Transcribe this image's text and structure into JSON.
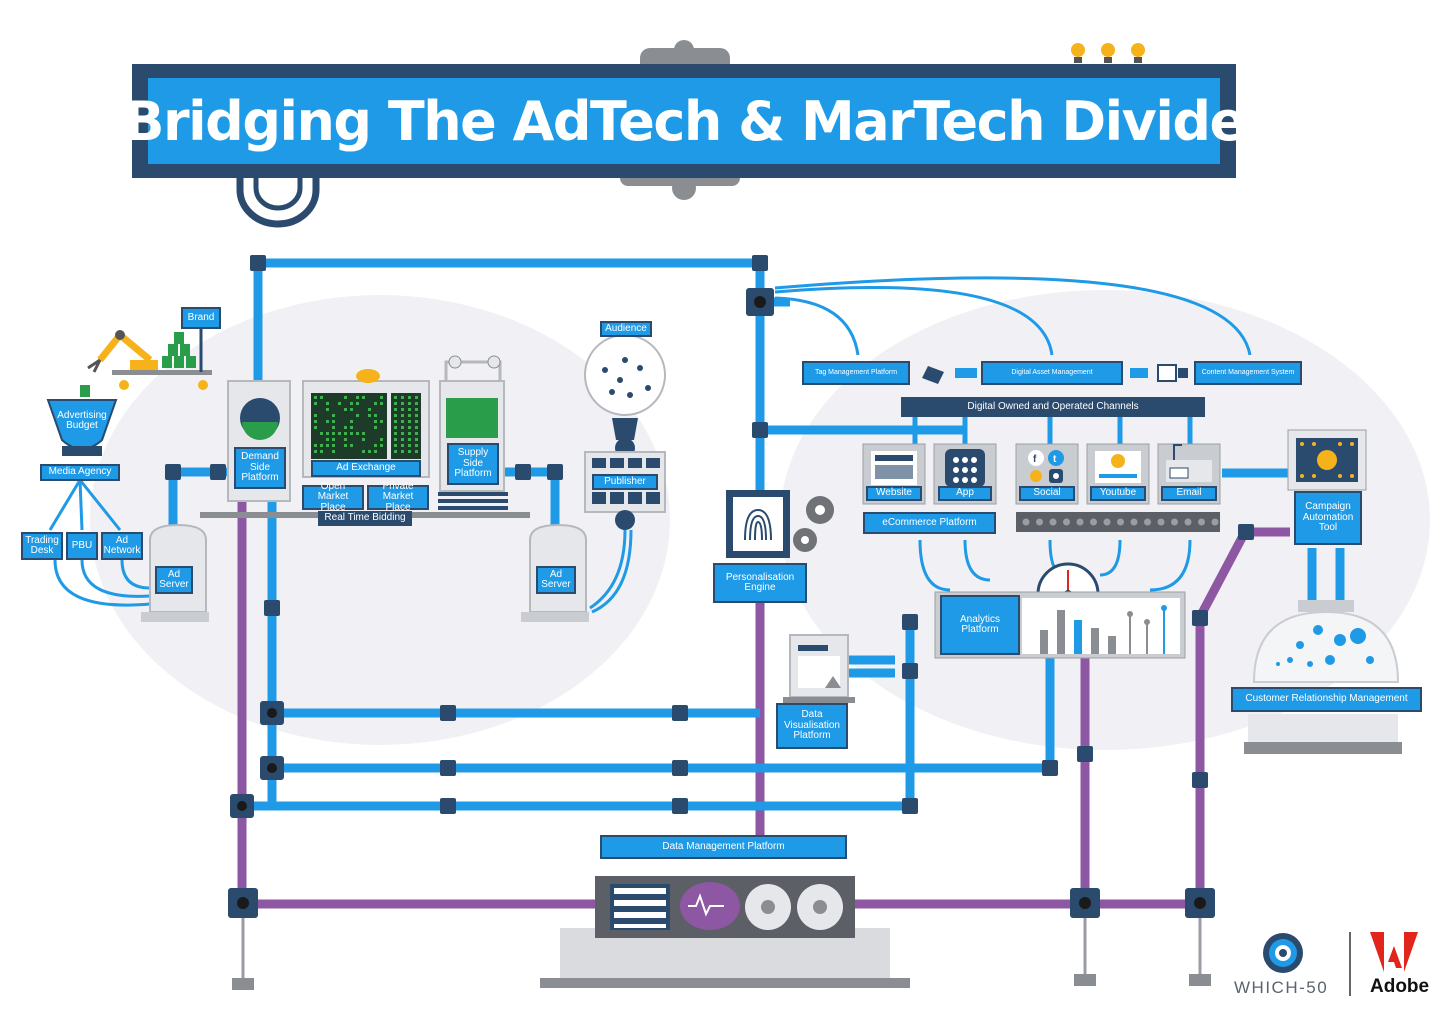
{
  "title": "Bridging The AdTech & MarTech Divide",
  "labels": {
    "brand": "Brand",
    "advertising_budget": "Advertising Budget",
    "media_agency": "Media Agency",
    "trading_desk": "Trading Desk",
    "pbu": "PBU",
    "ad_network": "Ad Network",
    "ad_server_left": "Ad Server",
    "demand_side_platform": "Demand Side Platform",
    "ad_exchange": "Ad Exchange",
    "open_market_place": "Open Market Place",
    "private_market_place": "Private Market Place",
    "real_time_bidding": "Real Time Bidding",
    "supply_side_platform": "Supply Side Platform",
    "audience": "Audience",
    "publisher": "Publisher",
    "ad_server_right": "Ad Server",
    "personalisation_engine": "Personalisation Engine",
    "tag_management_platform": "Tag Management Platform",
    "digital_asset_management": "Digital Asset Management",
    "content_management_system": "Content Management System",
    "digital_owned_channels": "Digital Owned and Operated Channels",
    "website": "Website",
    "app": "App",
    "social": "Social",
    "youtube": "Youtube",
    "email": "Email",
    "ecommerce_platform": "eCommerce Platform",
    "campaign_automation_tool": "Campaign Automation Tool",
    "analytics_platform": "Analytics Platform",
    "data_visualisation_platform": "Data Visualisation Platform",
    "customer_relationship_management": "Customer Relationship Management",
    "data_management_platform": "Data Management Platform"
  },
  "logos": {
    "which50": "WHICH-50",
    "adobe": "Adobe"
  },
  "colors": {
    "pipe_blue": "#1f9ae6",
    "pipe_purple": "#8e57a3",
    "navy": "#2a4a6e",
    "machine_grey": "#c9ccd1",
    "bulb_yellow": "#f6b21b",
    "adobe_red": "#e1251b"
  },
  "icons": [
    "light-bulb-icon",
    "robot-arm-icon",
    "money-icon",
    "funnel-icon",
    "fingerprint-icon",
    "gear-icon",
    "globe-icon",
    "tag-icon",
    "photo-icon",
    "facebook-icon",
    "twitter-icon",
    "instagram-icon",
    "youtube-play-icon",
    "heart-icon",
    "fan-icon",
    "dial-gauge-icon",
    "which50-logo",
    "adobe-logo"
  ]
}
